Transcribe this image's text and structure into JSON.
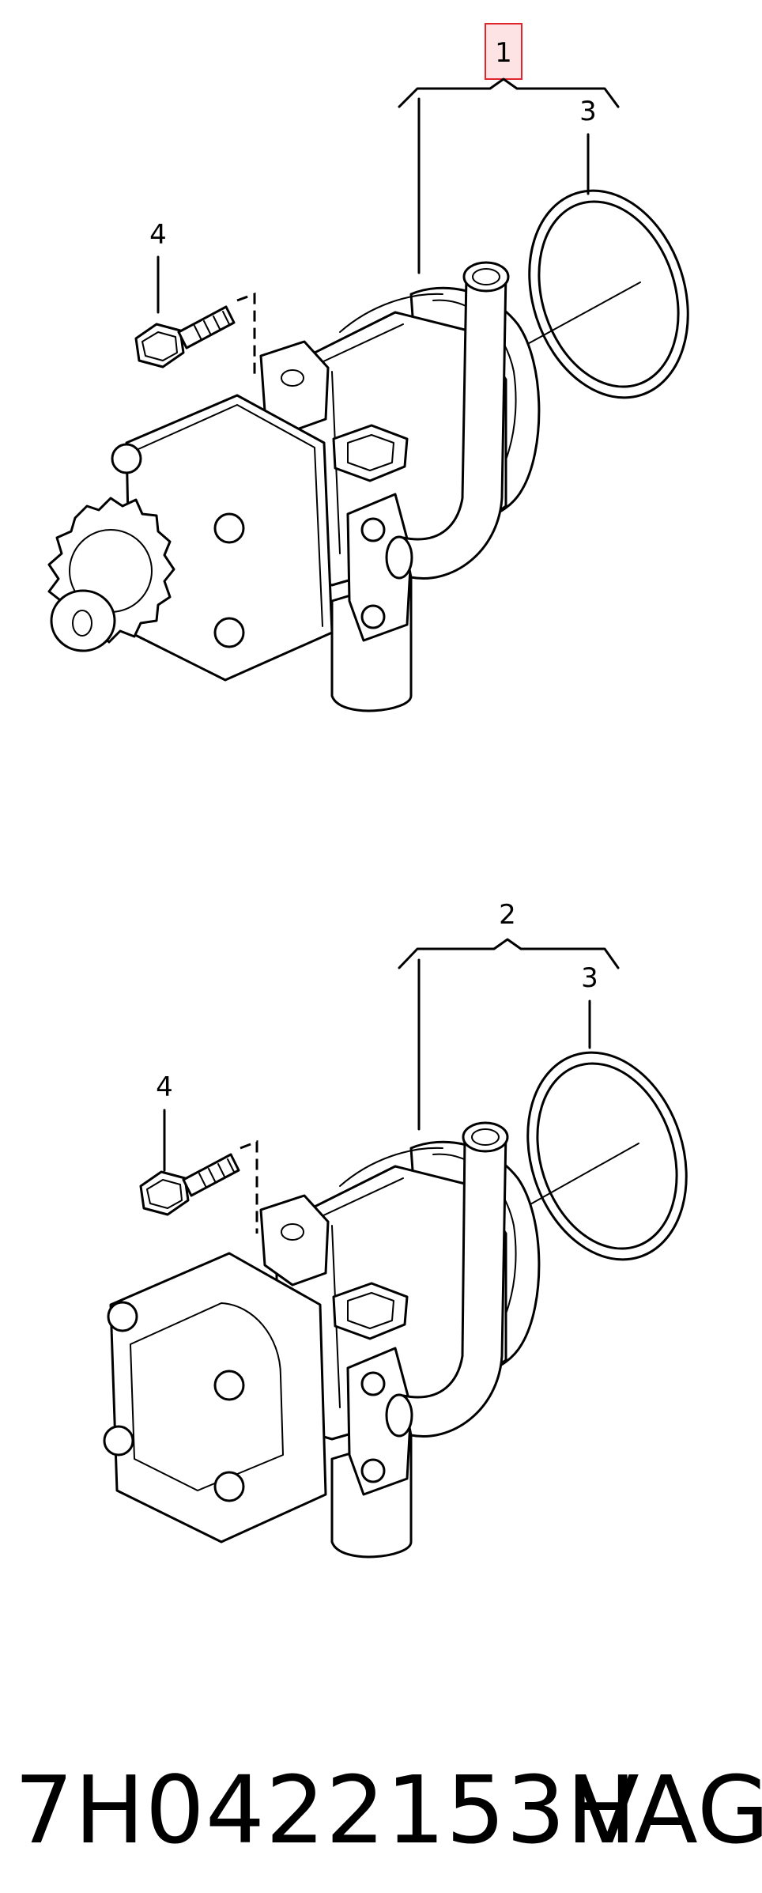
{
  "diagram_top": {
    "callouts": {
      "pump_assembly": "1",
      "o_ring": "3",
      "bolt": "4"
    },
    "highlight_color": "#e0262c"
  },
  "diagram_bottom": {
    "callouts": {
      "pump_assembly": "2",
      "o_ring": "3",
      "bolt": "4"
    }
  },
  "footer": {
    "part_number": "7H0422153H",
    "brand": "VAG"
  }
}
